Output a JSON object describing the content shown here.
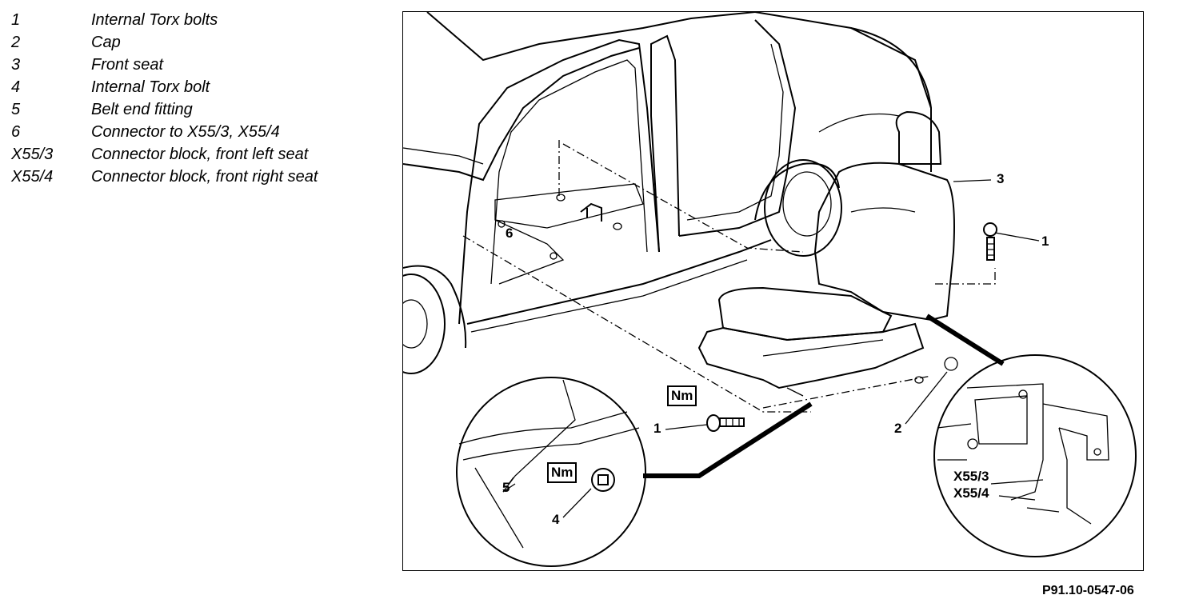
{
  "legend": [
    {
      "key": "1",
      "desc": "Internal Torx bolts"
    },
    {
      "key": "2",
      "desc": "Cap"
    },
    {
      "key": "3",
      "desc": "Front seat"
    },
    {
      "key": "4",
      "desc": "Internal Torx bolt"
    },
    {
      "key": "5",
      "desc": "Belt end fitting"
    },
    {
      "key": "6",
      "desc": "Connector to X55/3, X55/4"
    },
    {
      "key": "X55/3",
      "desc": "Connector block, front left seat"
    },
    {
      "key": "X55/4",
      "desc": "Connector block, front right seat"
    }
  ],
  "callouts": {
    "c1_top": "1",
    "c1_bottom": "1",
    "c2": "2",
    "c3": "3",
    "c4": "4",
    "c5": "5",
    "c6": "6",
    "x55_3": "X55/3",
    "x55_4": "X55/4"
  },
  "torque_label": "Nm",
  "reference_code": "P91.10-0547-06"
}
